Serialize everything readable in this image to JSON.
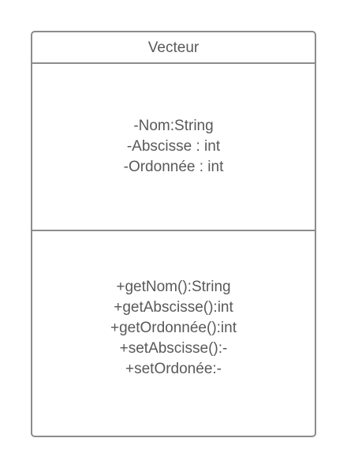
{
  "class": {
    "name": "Vecteur",
    "attributes": [
      "-Nom:String",
      "-Abscisse : int",
      "-Ordonnée : int"
    ],
    "methods": [
      "+getNom():String",
      "+getAbscisse():int",
      "+getOrdonnée():int",
      "+setAbscisse():-",
      "+setOrdonée:-"
    ]
  },
  "colors": {
    "border": "#8c8c8c",
    "text": "#595959",
    "background": "#ffffff"
  }
}
